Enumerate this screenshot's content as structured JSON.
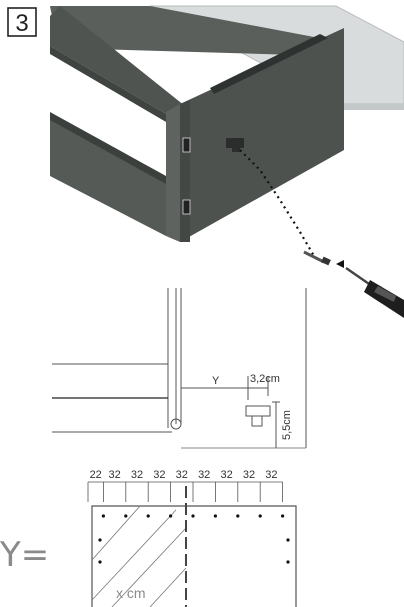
{
  "step": {
    "number": "3"
  },
  "detail": {
    "y_label": "Y",
    "width_label": "3,2cm",
    "height_label": "5,5cm"
  },
  "spacing": {
    "measurements": [
      "22",
      "32",
      "32",
      "32",
      "32",
      "32",
      "32",
      "32",
      "32"
    ]
  },
  "formula": {
    "label": "Y=",
    "width_label": "x cm"
  },
  "colors": {
    "panel_dark": "#4d524f",
    "panel_mid": "#5e635f",
    "panel_light": "#d9dcdc",
    "line": "#555555"
  },
  "icons": [
    "screwdriver-icon",
    "screw-icon",
    "bracket-icon",
    "hinge-icon"
  ]
}
